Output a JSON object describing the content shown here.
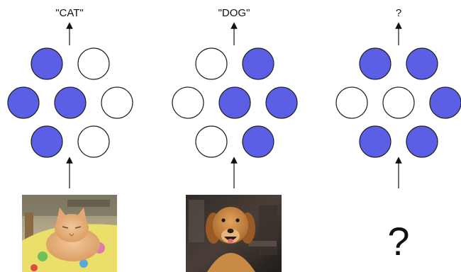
{
  "colors": {
    "active_neuron": "#5b5fe6",
    "inactive_neuron": "#ffffff",
    "outline": "#222222",
    "arrow": "#111111"
  },
  "panels": [
    {
      "output_label": "\"CAT\"",
      "activations": [
        true,
        false,
        true,
        true,
        false,
        true,
        false
      ],
      "input": {
        "kind": "photo",
        "subject": "cat"
      }
    },
    {
      "output_label": "\"DOG\"",
      "activations": [
        false,
        true,
        false,
        true,
        true,
        false,
        true
      ],
      "input": {
        "kind": "photo",
        "subject": "dog"
      }
    },
    {
      "output_label": "?",
      "activations": [
        true,
        true,
        false,
        false,
        true,
        true,
        true
      ],
      "input": {
        "kind": "text",
        "text": "?"
      }
    }
  ]
}
